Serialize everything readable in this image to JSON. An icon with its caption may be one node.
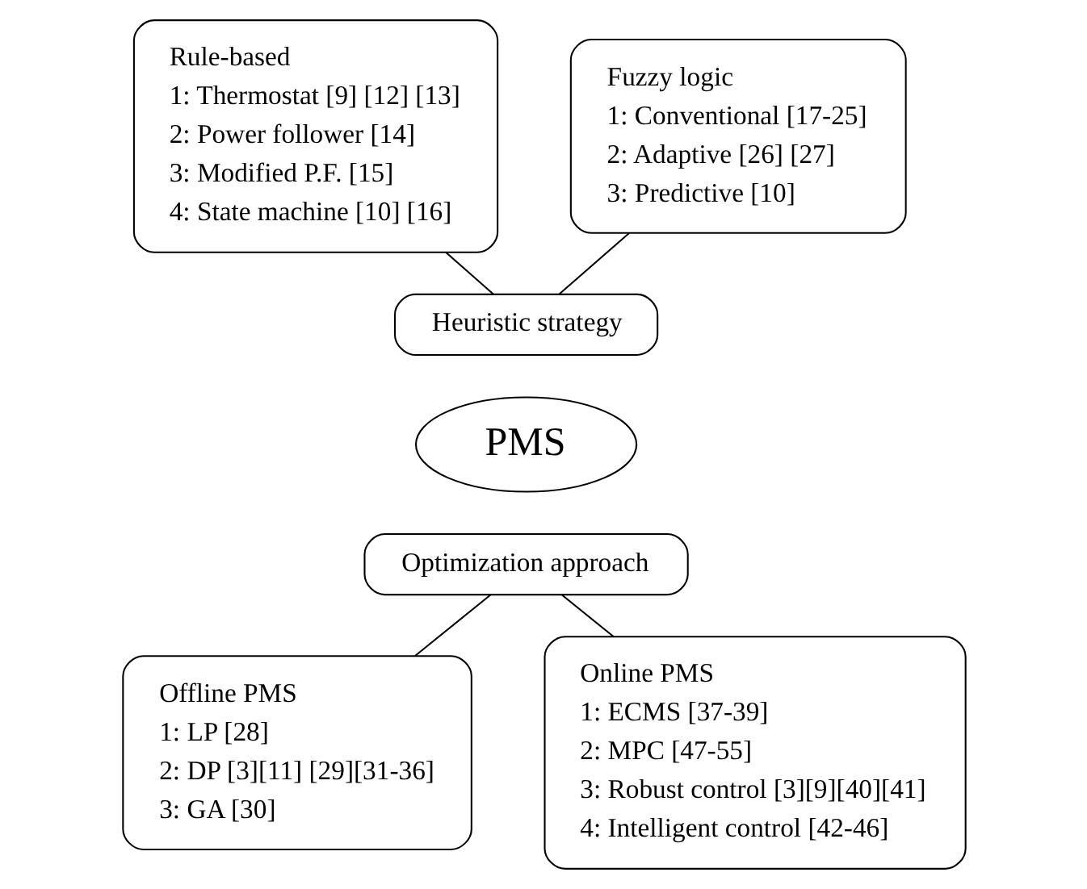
{
  "diagram": {
    "nodes": [
      {
        "text": [
          "Rule-based",
          "1: Thermostat [9] [12] [13]",
          "2: Power follower [14]",
          "3: Modified P.F. [15]",
          "4: State machine [10] [16]"
        ]
      },
      {
        "text": [
          "Fuzzy logic",
          "1: Conventional [17-25]",
          "2: Adaptive [26] [27]",
          "3: Predictive [10]"
        ]
      },
      {
        "text": [
          "Heuristic strategy"
        ]
      },
      {
        "text": [
          "PMS"
        ]
      },
      {
        "text": [
          "Optimization approach"
        ]
      },
      {
        "text": [
          "Offline PMS",
          "1: LP [28]",
          "2: DP [3][11] [29][31-36]",
          "3: GA [30]"
        ]
      },
      {
        "text": [
          "Online PMS",
          "1: ECMS [37-39]",
          "2: MPC [47-55]",
          "3: Robust control [3][9][40][41]",
          "4: Intelligent control [42-46]"
        ]
      }
    ],
    "edges": [
      {
        "from": 0,
        "to": 2,
        "arrow": "none"
      },
      {
        "from": 1,
        "to": 2,
        "arrow": "none"
      },
      {
        "from": 4,
        "to": 5,
        "arrow": "none"
      },
      {
        "from": 4,
        "to": 6,
        "arrow": "none"
      }
    ]
  }
}
